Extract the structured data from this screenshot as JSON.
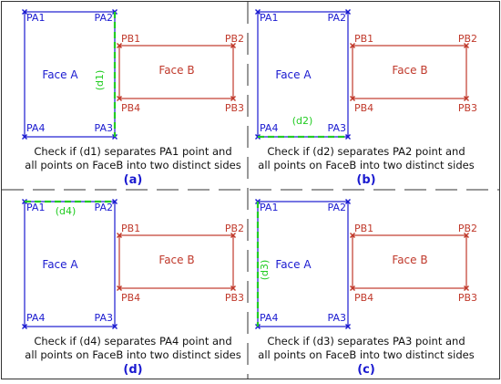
{
  "colors": {
    "face_a": "#1a1ad0",
    "face_b": "#c0392b",
    "divider": "#22cc22",
    "frame": "#333333"
  },
  "panels": [
    {
      "id": "a",
      "tag": "(a)",
      "face_a": "Face A",
      "face_b": "Face B",
      "pa": [
        "PA1",
        "PA2",
        "PA3",
        "PA4"
      ],
      "pb": [
        "PB1",
        "PB2",
        "PB3",
        "PB4"
      ],
      "line_label": "(d1)",
      "caption": [
        "Check if (d1) separates PA1 point and",
        "all points on FaceB into two distinct sides"
      ]
    },
    {
      "id": "b",
      "tag": "(b)",
      "face_a": "Face A",
      "face_b": "Face B",
      "pa": [
        "PA1",
        "PA2",
        "PA3",
        "PA4"
      ],
      "pb": [
        "PB1",
        "PB2",
        "PB3",
        "PB4"
      ],
      "line_label": "(d2)",
      "caption": [
        "Check if (d2) separates PA2 point and",
        "all points on FaceB into two distinct sides"
      ]
    },
    {
      "id": "d",
      "tag": "(d)",
      "face_a": "Face A",
      "face_b": "Face B",
      "pa": [
        "PA1",
        "PA2",
        "PA3",
        "PA4"
      ],
      "pb": [
        "PB1",
        "PB2",
        "PB3",
        "PB4"
      ],
      "line_label": "(d4)",
      "caption": [
        "Check if (d4) separates PA4 point and",
        "all points on FaceB into two distinct sides"
      ]
    },
    {
      "id": "c",
      "tag": "(c)",
      "face_a": "Face A",
      "face_b": "Face B",
      "pa": [
        "PA1",
        "PA2",
        "PA3",
        "PA4"
      ],
      "pb": [
        "PB1",
        "PB2",
        "PB3",
        "PB4"
      ],
      "line_label": "(d3)",
      "caption": [
        "Check if (d3) separates PA3 point and",
        "all points on FaceB into two distinct sides"
      ]
    }
  ]
}
